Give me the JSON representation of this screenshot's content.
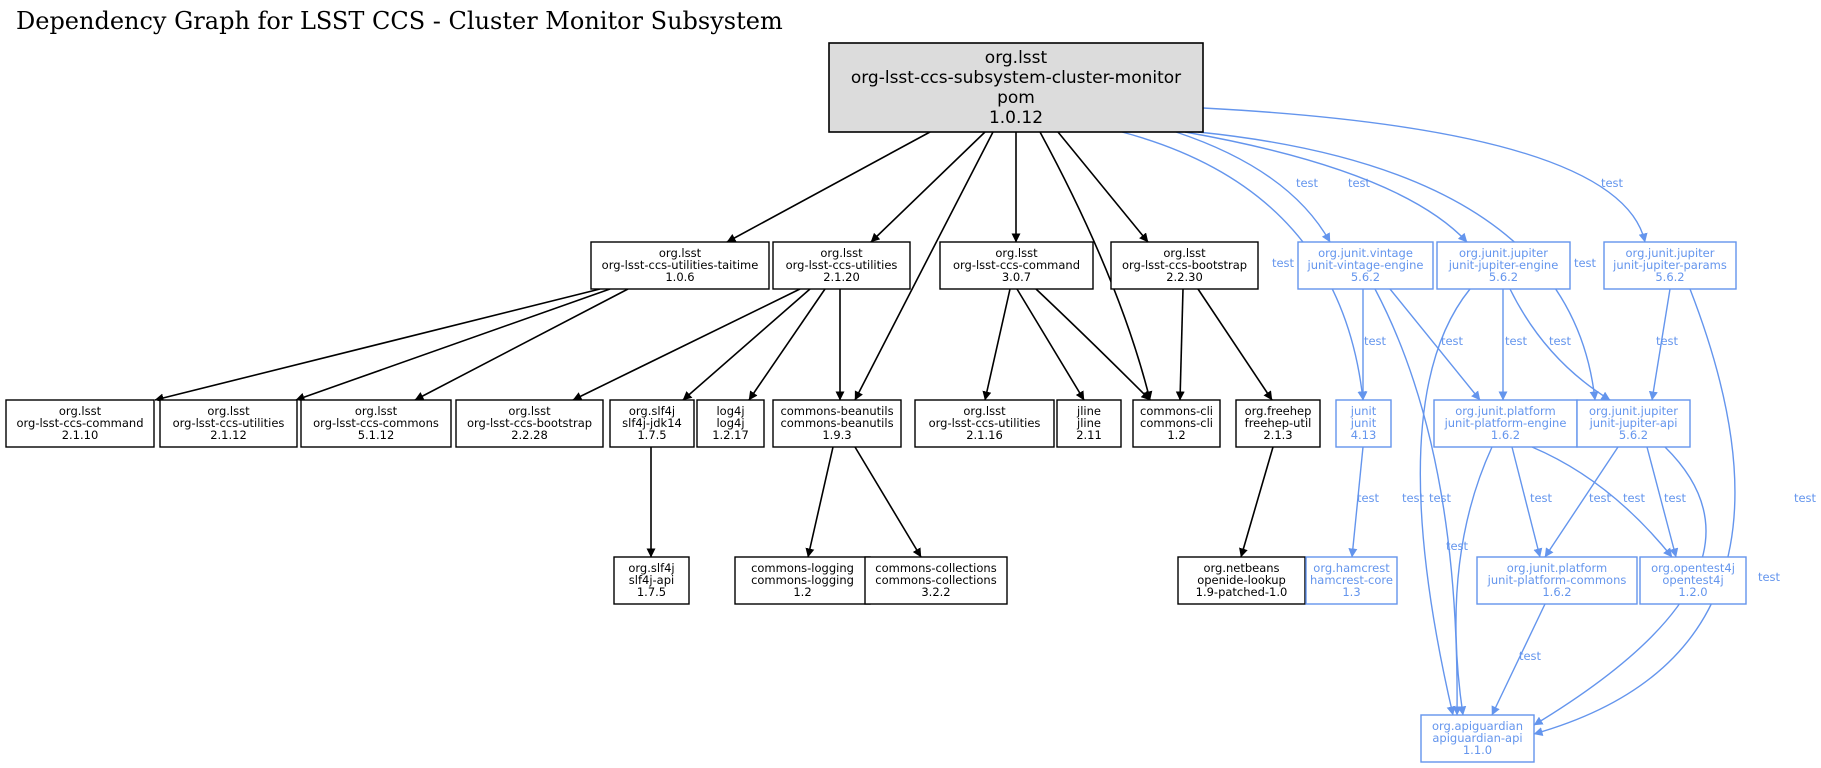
{
  "title": "Dependency Graph for LSST CCS - Cluster Monitor Subsystem",
  "colors": {
    "compile": "#000000",
    "test": "#6495ed",
    "root_fill": "#dcdcdc"
  },
  "nodes": [
    {
      "id": "root",
      "kind": "root",
      "lines": [
        "org.lsst",
        "org-lsst-ccs-subsystem-cluster-monitor",
        "pom",
        "1.0.12"
      ]
    },
    {
      "id": "taitime",
      "kind": "compile",
      "lines": [
        "org.lsst",
        "org-lsst-ccs-utilities-taitime",
        "1.0.6"
      ]
    },
    {
      "id": "utilities-2120",
      "kind": "compile",
      "lines": [
        "org.lsst",
        "org-lsst-ccs-utilities",
        "2.1.20"
      ]
    },
    {
      "id": "command-307",
      "kind": "compile",
      "lines": [
        "org.lsst",
        "org-lsst-ccs-command",
        "3.0.7"
      ]
    },
    {
      "id": "bootstrap-2230",
      "kind": "compile",
      "lines": [
        "org.lsst",
        "org-lsst-ccs-bootstrap",
        "2.2.30"
      ]
    },
    {
      "id": "vintage-engine",
      "kind": "test",
      "lines": [
        "org.junit.vintage",
        "junit-vintage-engine",
        "5.6.2"
      ]
    },
    {
      "id": "jupiter-engine",
      "kind": "test",
      "lines": [
        "org.junit.jupiter",
        "junit-jupiter-engine",
        "5.6.2"
      ]
    },
    {
      "id": "jupiter-params",
      "kind": "test",
      "lines": [
        "org.junit.jupiter",
        "junit-jupiter-params",
        "5.6.2"
      ]
    },
    {
      "id": "command-2110",
      "kind": "compile",
      "lines": [
        "org.lsst",
        "org-lsst-ccs-command",
        "2.1.10"
      ]
    },
    {
      "id": "utilities-2112",
      "kind": "compile",
      "lines": [
        "org.lsst",
        "org-lsst-ccs-utilities",
        "2.1.12"
      ]
    },
    {
      "id": "commons-5112",
      "kind": "compile",
      "lines": [
        "org.lsst",
        "org-lsst-ccs-commons",
        "5.1.12"
      ]
    },
    {
      "id": "bootstrap-2228",
      "kind": "compile",
      "lines": [
        "org.lsst",
        "org-lsst-ccs-bootstrap",
        "2.2.28"
      ]
    },
    {
      "id": "slf4j-jdk14",
      "kind": "compile",
      "lines": [
        "org.slf4j",
        "slf4j-jdk14",
        "1.7.5"
      ]
    },
    {
      "id": "log4j",
      "kind": "compile",
      "lines": [
        "log4j",
        "log4j",
        "1.2.17"
      ]
    },
    {
      "id": "beanutils",
      "kind": "compile",
      "lines": [
        "commons-beanutils",
        "commons-beanutils",
        "1.9.3"
      ]
    },
    {
      "id": "utilities-2116",
      "kind": "compile",
      "lines": [
        "org.lsst",
        "org-lsst-ccs-utilities",
        "2.1.16"
      ]
    },
    {
      "id": "jline",
      "kind": "compile",
      "lines": [
        "jline",
        "jline",
        "2.11"
      ]
    },
    {
      "id": "commons-cli",
      "kind": "compile",
      "lines": [
        "commons-cli",
        "commons-cli",
        "1.2"
      ]
    },
    {
      "id": "freehep-util",
      "kind": "compile",
      "lines": [
        "org.freehep",
        "freehep-util",
        "2.1.3"
      ]
    },
    {
      "id": "junit",
      "kind": "test",
      "lines": [
        "junit",
        "junit",
        "4.13"
      ]
    },
    {
      "id": "platform-engine",
      "kind": "test",
      "lines": [
        "org.junit.platform",
        "junit-platform-engine",
        "1.6.2"
      ]
    },
    {
      "id": "jupiter-api",
      "kind": "test",
      "lines": [
        "org.junit.jupiter",
        "junit-jupiter-api",
        "5.6.2"
      ]
    },
    {
      "id": "slf4j-api",
      "kind": "compile",
      "lines": [
        "org.slf4j",
        "slf4j-api",
        "1.7.5"
      ]
    },
    {
      "id": "commons-logging",
      "kind": "compile",
      "lines": [
        "commons-logging",
        "commons-logging",
        "1.2"
      ]
    },
    {
      "id": "commons-collections",
      "kind": "compile",
      "lines": [
        "commons-collections",
        "commons-collections",
        "3.2.2"
      ]
    },
    {
      "id": "openide-lookup",
      "kind": "compile",
      "lines": [
        "org.netbeans",
        "openide-lookup",
        "1.9-patched-1.0"
      ]
    },
    {
      "id": "hamcrest",
      "kind": "test",
      "lines": [
        "org.hamcrest",
        "hamcrest-core",
        "1.3"
      ]
    },
    {
      "id": "platform-commons",
      "kind": "test",
      "lines": [
        "org.junit.platform",
        "junit-platform-commons",
        "1.6.2"
      ]
    },
    {
      "id": "opentest4j",
      "kind": "test",
      "lines": [
        "org.opentest4j",
        "opentest4j",
        "1.2.0"
      ]
    },
    {
      "id": "apiguardian",
      "kind": "test",
      "lines": [
        "org.apiguardian",
        "apiguardian-api",
        "1.1.0"
      ]
    }
  ],
  "edges": [
    {
      "from": "root",
      "to": "taitime",
      "kind": "compile",
      "label": ""
    },
    {
      "from": "root",
      "to": "utilities-2120",
      "kind": "compile",
      "label": ""
    },
    {
      "from": "root",
      "to": "beanutils",
      "kind": "compile",
      "label": ""
    },
    {
      "from": "root",
      "to": "command-307",
      "kind": "compile",
      "label": ""
    },
    {
      "from": "root",
      "to": "commons-cli",
      "kind": "compile",
      "label": ""
    },
    {
      "from": "root",
      "to": "bootstrap-2230",
      "kind": "compile",
      "label": ""
    },
    {
      "from": "root",
      "to": "junit",
      "kind": "test",
      "label": "test"
    },
    {
      "from": "root",
      "to": "vintage-engine",
      "kind": "test",
      "label": "test"
    },
    {
      "from": "root",
      "to": "jupiter-engine",
      "kind": "test",
      "label": "test"
    },
    {
      "from": "root",
      "to": "jupiter-api",
      "kind": "test",
      "label": "test"
    },
    {
      "from": "root",
      "to": "jupiter-params",
      "kind": "test",
      "label": "test"
    },
    {
      "from": "taitime",
      "to": "command-2110",
      "kind": "compile",
      "label": ""
    },
    {
      "from": "taitime",
      "to": "utilities-2112",
      "kind": "compile",
      "label": ""
    },
    {
      "from": "taitime",
      "to": "commons-5112",
      "kind": "compile",
      "label": ""
    },
    {
      "from": "utilities-2120",
      "to": "bootstrap-2228",
      "kind": "compile",
      "label": ""
    },
    {
      "from": "utilities-2120",
      "to": "slf4j-jdk14",
      "kind": "compile",
      "label": ""
    },
    {
      "from": "utilities-2120",
      "to": "log4j",
      "kind": "compile",
      "label": ""
    },
    {
      "from": "utilities-2120",
      "to": "beanutils",
      "kind": "compile",
      "label": ""
    },
    {
      "from": "command-307",
      "to": "utilities-2116",
      "kind": "compile",
      "label": ""
    },
    {
      "from": "command-307",
      "to": "jline",
      "kind": "compile",
      "label": ""
    },
    {
      "from": "command-307",
      "to": "commons-cli",
      "kind": "compile",
      "label": ""
    },
    {
      "from": "bootstrap-2230",
      "to": "commons-cli",
      "kind": "compile",
      "label": ""
    },
    {
      "from": "bootstrap-2230",
      "to": "freehep-util",
      "kind": "compile",
      "label": ""
    },
    {
      "from": "slf4j-jdk14",
      "to": "slf4j-api",
      "kind": "compile",
      "label": ""
    },
    {
      "from": "beanutils",
      "to": "commons-logging",
      "kind": "compile",
      "label": ""
    },
    {
      "from": "beanutils",
      "to": "commons-collections",
      "kind": "compile",
      "label": ""
    },
    {
      "from": "freehep-util",
      "to": "openide-lookup",
      "kind": "compile",
      "label": ""
    },
    {
      "from": "vintage-engine",
      "to": "junit",
      "kind": "test",
      "label": "test"
    },
    {
      "from": "vintage-engine",
      "to": "platform-engine",
      "kind": "test",
      "label": "test"
    },
    {
      "from": "vintage-engine",
      "to": "apiguardian",
      "kind": "test",
      "label": "test"
    },
    {
      "from": "jupiter-engine",
      "to": "platform-engine",
      "kind": "test",
      "label": "test"
    },
    {
      "from": "jupiter-engine",
      "to": "jupiter-api",
      "kind": "test",
      "label": "test"
    },
    {
      "from": "jupiter-engine",
      "to": "apiguardian",
      "kind": "test",
      "label": "test"
    },
    {
      "from": "jupiter-params",
      "to": "jupiter-api",
      "kind": "test",
      "label": "test"
    },
    {
      "from": "jupiter-params",
      "to": "apiguardian",
      "kind": "test",
      "label": "test"
    },
    {
      "from": "junit",
      "to": "hamcrest",
      "kind": "test",
      "label": "test"
    },
    {
      "from": "platform-engine",
      "to": "platform-commons",
      "kind": "test",
      "label": "test"
    },
    {
      "from": "platform-engine",
      "to": "opentest4j",
      "kind": "test",
      "label": "test"
    },
    {
      "from": "platform-engine",
      "to": "apiguardian",
      "kind": "test",
      "label": "test"
    },
    {
      "from": "jupiter-api",
      "to": "platform-commons",
      "kind": "test",
      "label": "test"
    },
    {
      "from": "jupiter-api",
      "to": "opentest4j",
      "kind": "test",
      "label": "test"
    },
    {
      "from": "jupiter-api",
      "to": "apiguardian",
      "kind": "test",
      "label": "test"
    },
    {
      "from": "platform-commons",
      "to": "apiguardian",
      "kind": "test",
      "label": "test"
    }
  ]
}
